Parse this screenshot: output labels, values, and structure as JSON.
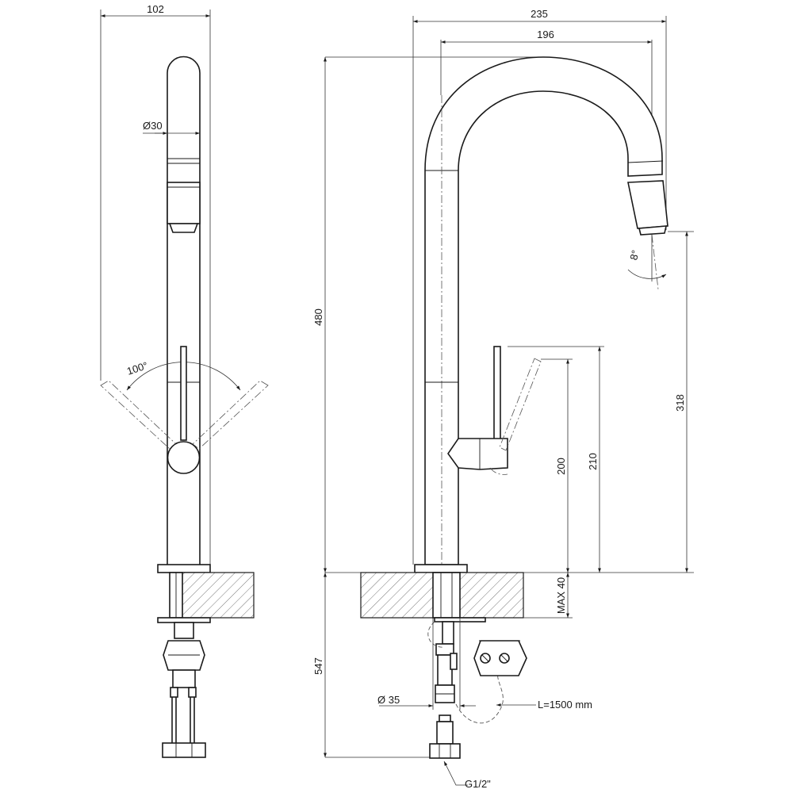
{
  "dimensions": {
    "total_width_front": "102",
    "spout_diameter": "Ø30",
    "lever_angle": "100°",
    "overall_depth": "235",
    "spout_reach": "196",
    "total_height": "480",
    "spout_outlet_height": "318",
    "lever_height_210": "210",
    "lever_height_200": "200",
    "spray_angle": "8°",
    "max_counter_thickness": "MAX 40",
    "below_counter": "547",
    "hole_diameter": "Ø 35",
    "hose_length": "L=1500 mm",
    "connection_thread": "G1/2\""
  }
}
